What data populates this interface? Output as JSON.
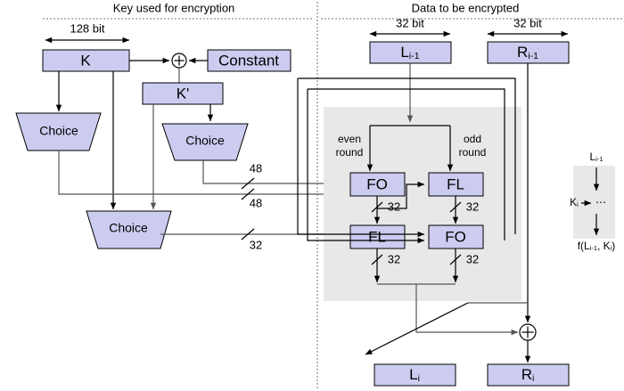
{
  "title": "KASUMI block cipher round structure diagram",
  "sections": {
    "left": {
      "title": "Key used for encryption"
    },
    "right": {
      "title": "Data to be encrypted"
    }
  },
  "key_side": {
    "dimension_label": "128 bit",
    "key_box": "K",
    "constant_box": "Constant",
    "kprime_box": "K'",
    "choice_boxes": [
      {
        "label": "Choice",
        "name": "choice-left"
      },
      {
        "label": "Choice",
        "name": "choice-right"
      },
      {
        "label": "Choice",
        "name": "choice-bottom"
      }
    ],
    "bus_labels": [
      {
        "value": "48",
        "name": "bus-48-upper"
      },
      {
        "value": "48",
        "name": "bus-48-lower"
      },
      {
        "value": "32",
        "name": "bus-32-key"
      }
    ]
  },
  "data_side": {
    "dimension_labels": [
      "32 bit",
      "32 bit"
    ],
    "input_left": "L",
    "input_left_sub": "i-1",
    "input_right": "R",
    "input_right_sub": "i-1",
    "round_labels": {
      "even": "even round",
      "even_line1": "even",
      "even_line2": "round",
      "odd_line1": "odd",
      "odd_line2": "round"
    },
    "function_boxes": [
      {
        "label": "FO",
        "name": "fo-even-top"
      },
      {
        "label": "FL",
        "name": "fl-odd-top"
      },
      {
        "label": "FL",
        "name": "fl-even-bottom"
      },
      {
        "label": "FO",
        "name": "fo-odd-bottom"
      }
    ],
    "bus_labels": [
      {
        "value": "32",
        "name": "bus-32-fo-even"
      },
      {
        "value": "32",
        "name": "bus-32-fl-odd"
      },
      {
        "value": "32",
        "name": "bus-32-fl-even"
      },
      {
        "value": "32",
        "name": "bus-32-fo-odd"
      }
    ],
    "output_left": "L",
    "output_left_sub": "i",
    "output_right": "R",
    "output_right_sub": "i"
  },
  "legend": {
    "input": "L",
    "input_sub": "i-1",
    "key_input": "K",
    "key_input_sub": "i",
    "body": "⋯",
    "output_prefix": "f(L",
    "output_sub1": "i-1",
    "output_mid": ", K",
    "output_sub2": "i",
    "output_suffix": ")"
  },
  "symbols": {
    "xor": "⊕"
  },
  "colors": {
    "node_fill": "#ccccf0",
    "node_stroke": "#000000",
    "shade": "#e8e8e8",
    "wire": "#000000",
    "wire_gray": "#555555",
    "divider": "#777777",
    "background": "#ffffff"
  }
}
